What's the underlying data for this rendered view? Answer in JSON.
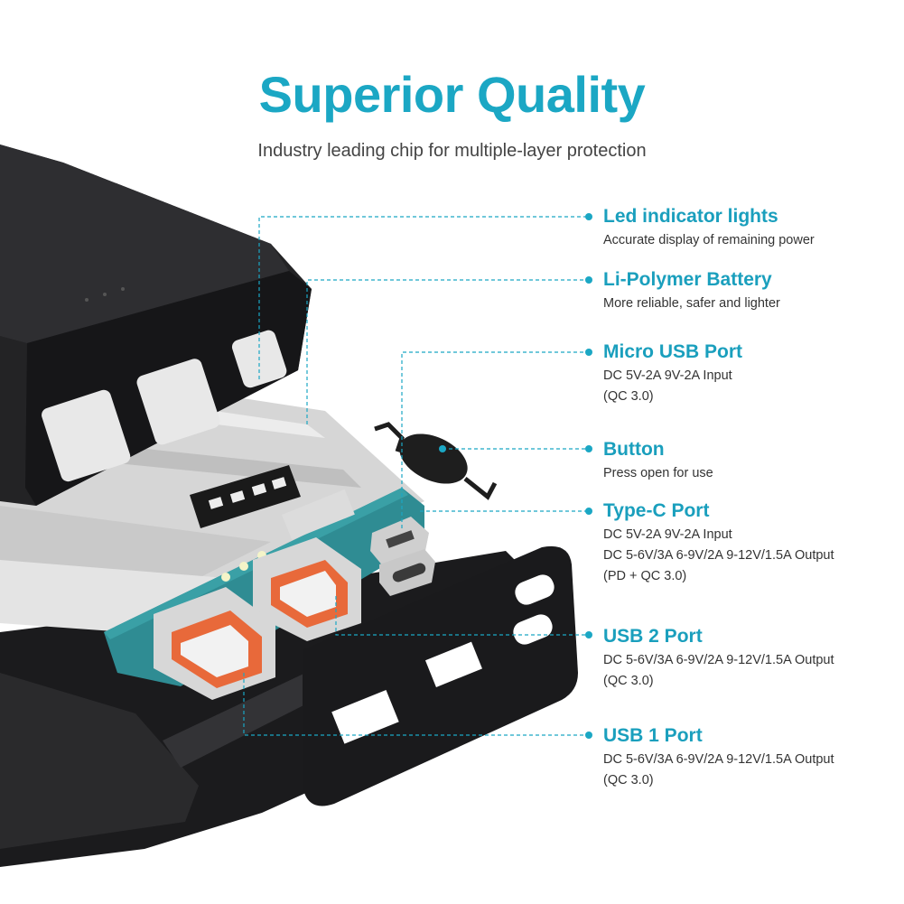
{
  "header": {
    "title": "Superior Quality",
    "subtitle": "Industry leading chip for multiple-layer protection"
  },
  "colors": {
    "accent": "#1ba7c4",
    "device_body": "#1d1d1f",
    "battery": "#d9d9d9",
    "pcb": "#2f8c93",
    "usb_insert": "#e8693a"
  },
  "callouts": [
    {
      "title": "Led indicator lights",
      "lines": [
        "Accurate display of remaining power"
      ]
    },
    {
      "title": "Li-Polymer Battery",
      "lines": [
        "More reliable, safer and lighter"
      ]
    },
    {
      "title": "Micro USB Port",
      "lines": [
        "DC 5V-2A 9V-2A Input",
        "(QC 3.0)"
      ]
    },
    {
      "title": "Button",
      "lines": [
        "Press open for use"
      ]
    },
    {
      "title": "Type-C Port",
      "lines": [
        "DC 5V-2A 9V-2A Input",
        "DC 5-6V/3A 6-9V/2A 9-12V/1.5A Output",
        "(PD + QC 3.0)"
      ]
    },
    {
      "title": "USB 2 Port",
      "lines": [
        "DC 5-6V/3A 6-9V/2A 9-12V/1.5A Output",
        "(QC 3.0)"
      ]
    },
    {
      "title": "USB 1 Port",
      "lines": [
        "DC 5-6V/3A 6-9V/2A 9-12V/1.5A Output",
        "(QC 3.0)"
      ]
    }
  ]
}
